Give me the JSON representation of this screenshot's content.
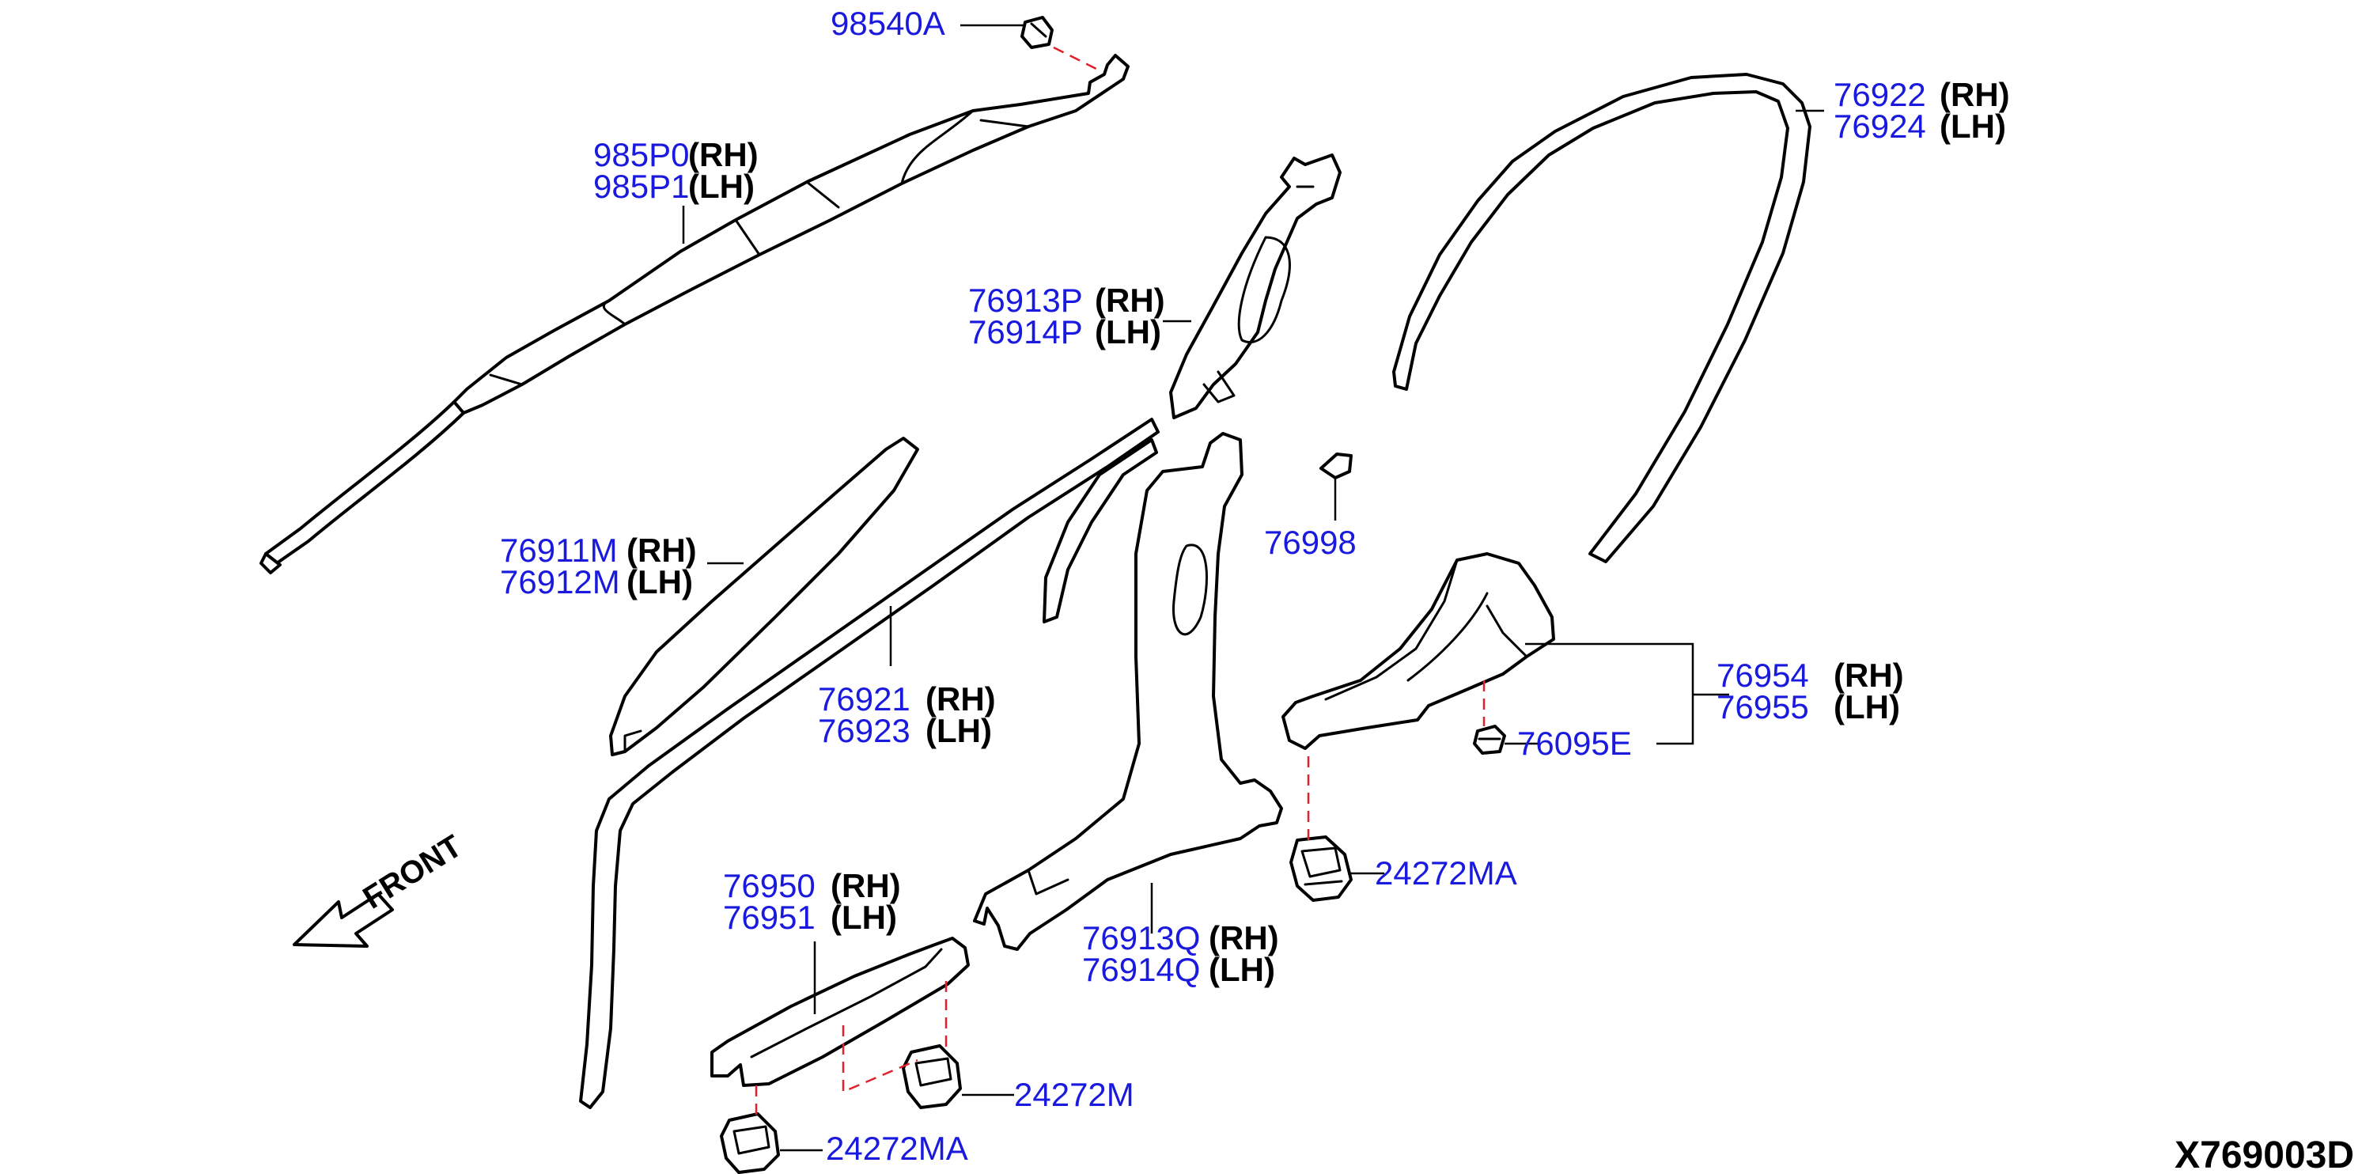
{
  "diagram_code": "X769003D",
  "front_label": "FRONT",
  "callouts": {
    "c98540A": {
      "part": "98540A"
    },
    "c985P": {
      "part1": "985P0",
      "side1": "(RH)",
      "part2": "985P1",
      "side2": "(LH)"
    },
    "c76913P": {
      "part1": "76913P",
      "side1": "(RH)",
      "part2": "76914P",
      "side2": "(LH)"
    },
    "c76922": {
      "part1": "76922",
      "side1": "(RH)",
      "part2": "76924",
      "side2": "(LH)"
    },
    "c76998": {
      "part": "76998"
    },
    "c76911M": {
      "part1": "76911M",
      "side1": "(RH)",
      "part2": "76912M",
      "side2": "(LH)"
    },
    "c76921": {
      "part1": "76921",
      "side1": "(RH)",
      "part2": "76923",
      "side2": "(LH)"
    },
    "c76954": {
      "part1": "76954",
      "side1": "(RH)",
      "part2": "76955",
      "side2": "(LH)"
    },
    "c76095E": {
      "part": "76095E"
    },
    "c24272MA_right": {
      "part": "24272MA"
    },
    "c76950": {
      "part1": "76950",
      "side1": "(RH)",
      "part2": "76951",
      "side2": "(LH)"
    },
    "c76913Q": {
      "part1": "76913Q",
      "side1": "(RH)",
      "part2": "76914Q",
      "side2": "(LH)"
    },
    "c24272M": {
      "part": "24272M"
    },
    "c24272MA_bottom": {
      "part": "24272MA"
    }
  }
}
